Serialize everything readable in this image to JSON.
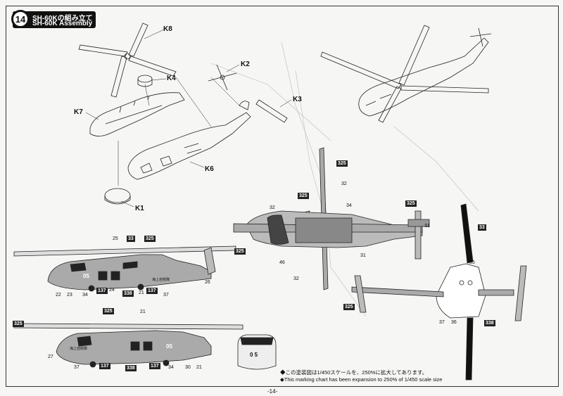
{
  "step": {
    "number": "14",
    "title_ja": "SH-60Kの組み立て",
    "title_en": "SH-60K Assembly"
  },
  "parts": [
    "K8",
    "K2",
    "K4",
    "K3",
    "K7",
    "K6",
    "K1"
  ],
  "color_tags": {
    "c325": "325",
    "c33": "33",
    "c338": "338",
    "c137": "137"
  },
  "color_numbers": {
    "c32": "32",
    "c34": "34",
    "c35": "35",
    "c46": "46",
    "c25": "25",
    "c26": "26",
    "c27": "27",
    "c22": "22",
    "c23": "23",
    "c24": "24",
    "c21": "21",
    "c30": "30",
    "c31": "31",
    "c36": "36",
    "c37": "37"
  },
  "markings": {
    "tail_number": "05",
    "nose_marking": "0 5",
    "jmsdf_text": "海上自衛隊"
  },
  "notes": {
    "ja": "◆この塗装図は1/450スケールを、250%に拡大してあります。",
    "en": "◆This marking chart has been expansion to 250% of 1/450 scale size"
  },
  "page_number": "-14-"
}
